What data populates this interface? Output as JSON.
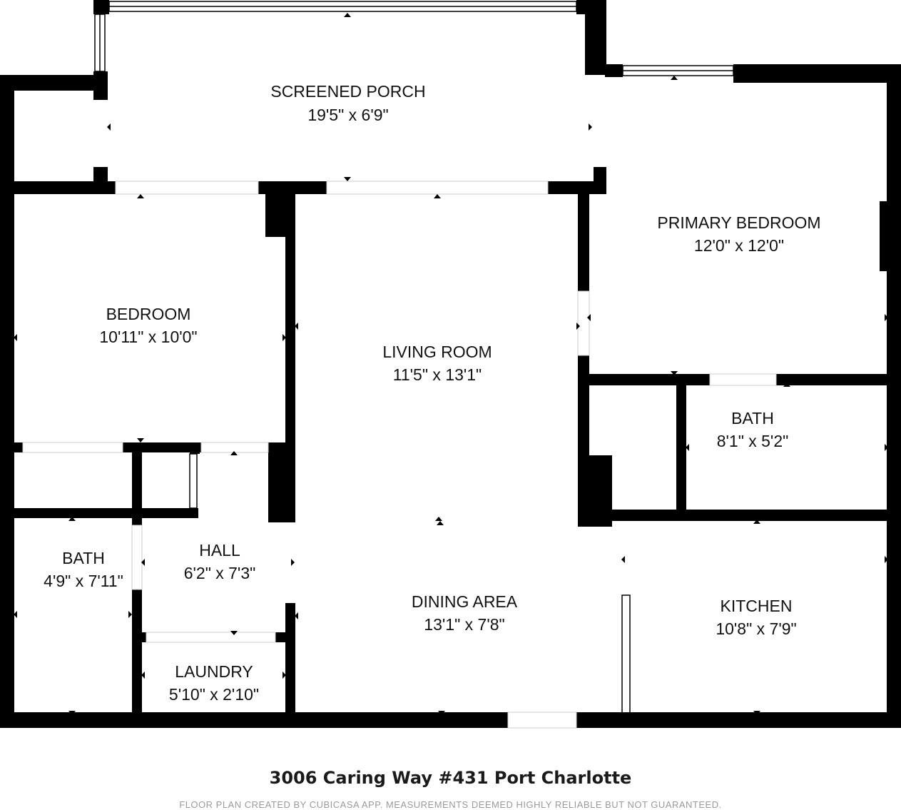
{
  "rooms": {
    "screened_porch": {
      "name": "SCREENED PORCH",
      "dims": "19'5\" x 6'9\""
    },
    "primary_bedroom": {
      "name": "PRIMARY BEDROOM",
      "dims": "12'0\" x 12'0\""
    },
    "bedroom": {
      "name": "BEDROOM",
      "dims": "10'11\" x 10'0\""
    },
    "living_room": {
      "name": "LIVING ROOM",
      "dims": "11'5\" x 13'1\""
    },
    "bath_primary": {
      "name": "BATH",
      "dims": "8'1\" x 5'2\""
    },
    "bath_hall": {
      "name": "BATH",
      "dims": "4'9\" x 7'11\""
    },
    "hall": {
      "name": "HALL",
      "dims": "6'2\" x 7'3\""
    },
    "dining_area": {
      "name": "DINING AREA",
      "dims": "13'1\" x 7'8\""
    },
    "kitchen": {
      "name": "KITCHEN",
      "dims": "10'8\" x 7'9\""
    },
    "laundry": {
      "name": "LAUNDRY",
      "dims": "5'10\" x 2'10\""
    }
  },
  "footer": {
    "address": "3006 Caring Way #431 Port Charlotte",
    "disclaimer": "FLOOR PLAN CREATED BY CUBICASA APP. MEASUREMENTS DEEMED HIGHLY RELIABLE BUT NOT GUARANTEED."
  },
  "colors": {
    "wall": "#000000",
    "background": "#ffffff",
    "text": "#111111"
  }
}
